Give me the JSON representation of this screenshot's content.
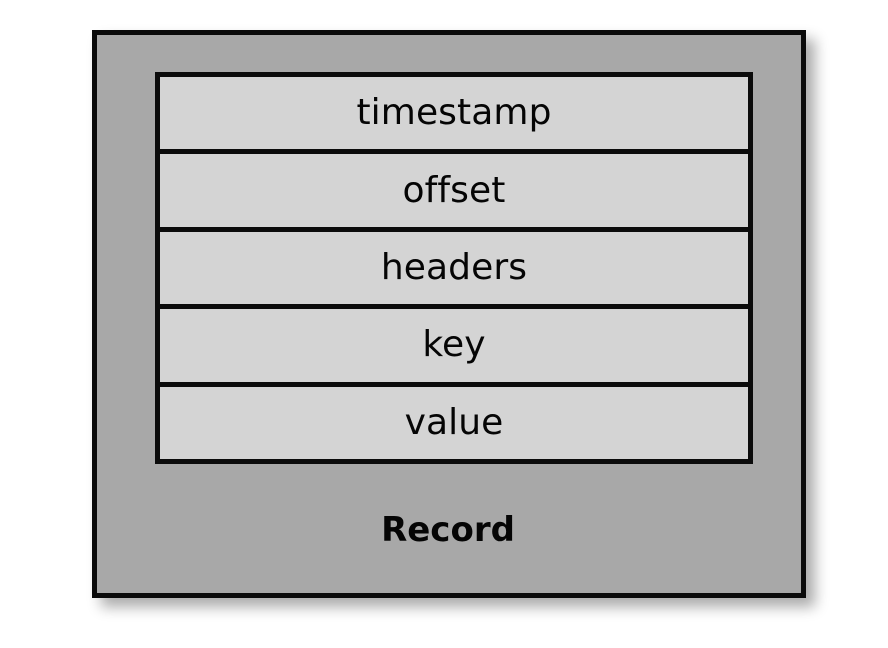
{
  "diagram": {
    "title": "Record",
    "type": "block-structure",
    "container": {
      "label": "Record",
      "fill_color": "#a8a8a8",
      "border_color": "#0b0b0b"
    },
    "field_table": {
      "fill_color": "#d4d4d4",
      "border_color": "#0b0b0b",
      "fields": [
        {
          "label": "timestamp"
        },
        {
          "label": "offset"
        },
        {
          "label": "headers"
        },
        {
          "label": "key"
        },
        {
          "label": "value"
        }
      ]
    },
    "background_color": "#ffffff"
  }
}
